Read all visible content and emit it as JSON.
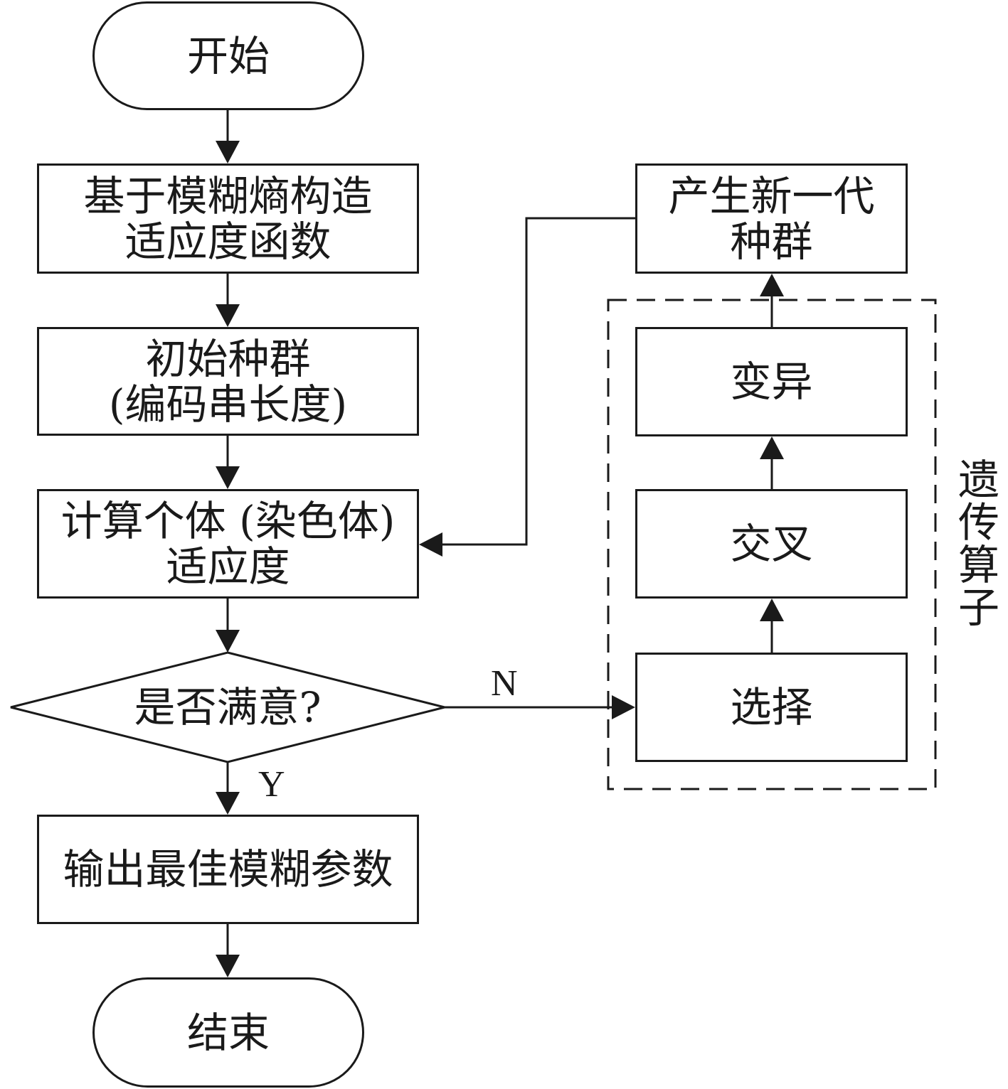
{
  "flowchart": {
    "start": "开始",
    "fitness_function": [
      "基于模糊熵构造",
      "适应度函数"
    ],
    "initial_population": [
      "初始种群",
      "(编码串长度)"
    ],
    "compute_fitness": [
      "计算个体 (染色体)",
      "适应度"
    ],
    "decision": "是否满意?",
    "no_label": "N",
    "yes_label": "Y",
    "output": "输出最佳模糊参数",
    "end": "结束",
    "new_generation": [
      "产生新一代",
      "种群"
    ],
    "mutation": "变异",
    "crossover": "交叉",
    "selection": "选择",
    "operator_group_label": "遗传算子"
  }
}
